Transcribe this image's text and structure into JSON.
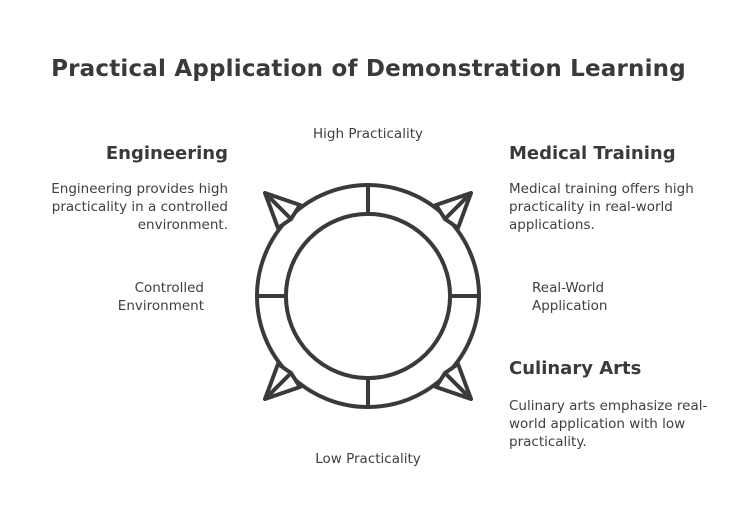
{
  "title": "Practical Application of Demonstration Learning",
  "axes": {
    "top": "High Practicality",
    "bottom": "Low Practicality",
    "left": "Controlled Environment",
    "right": "Real-World Application"
  },
  "categories": {
    "engineering": {
      "title": "Engineering",
      "description": "Engineering provides high practicality in a controlled environment."
    },
    "medical": {
      "title": "Medical Training",
      "description": "Medical training offers high practicality in real-world applications."
    },
    "culinary": {
      "title": "Culinary Arts",
      "description": "Culinary arts emphasize real-world application with low practicality."
    }
  },
  "colors": {
    "stroke": "#3a3a3a",
    "text": "#3a3a3a"
  }
}
